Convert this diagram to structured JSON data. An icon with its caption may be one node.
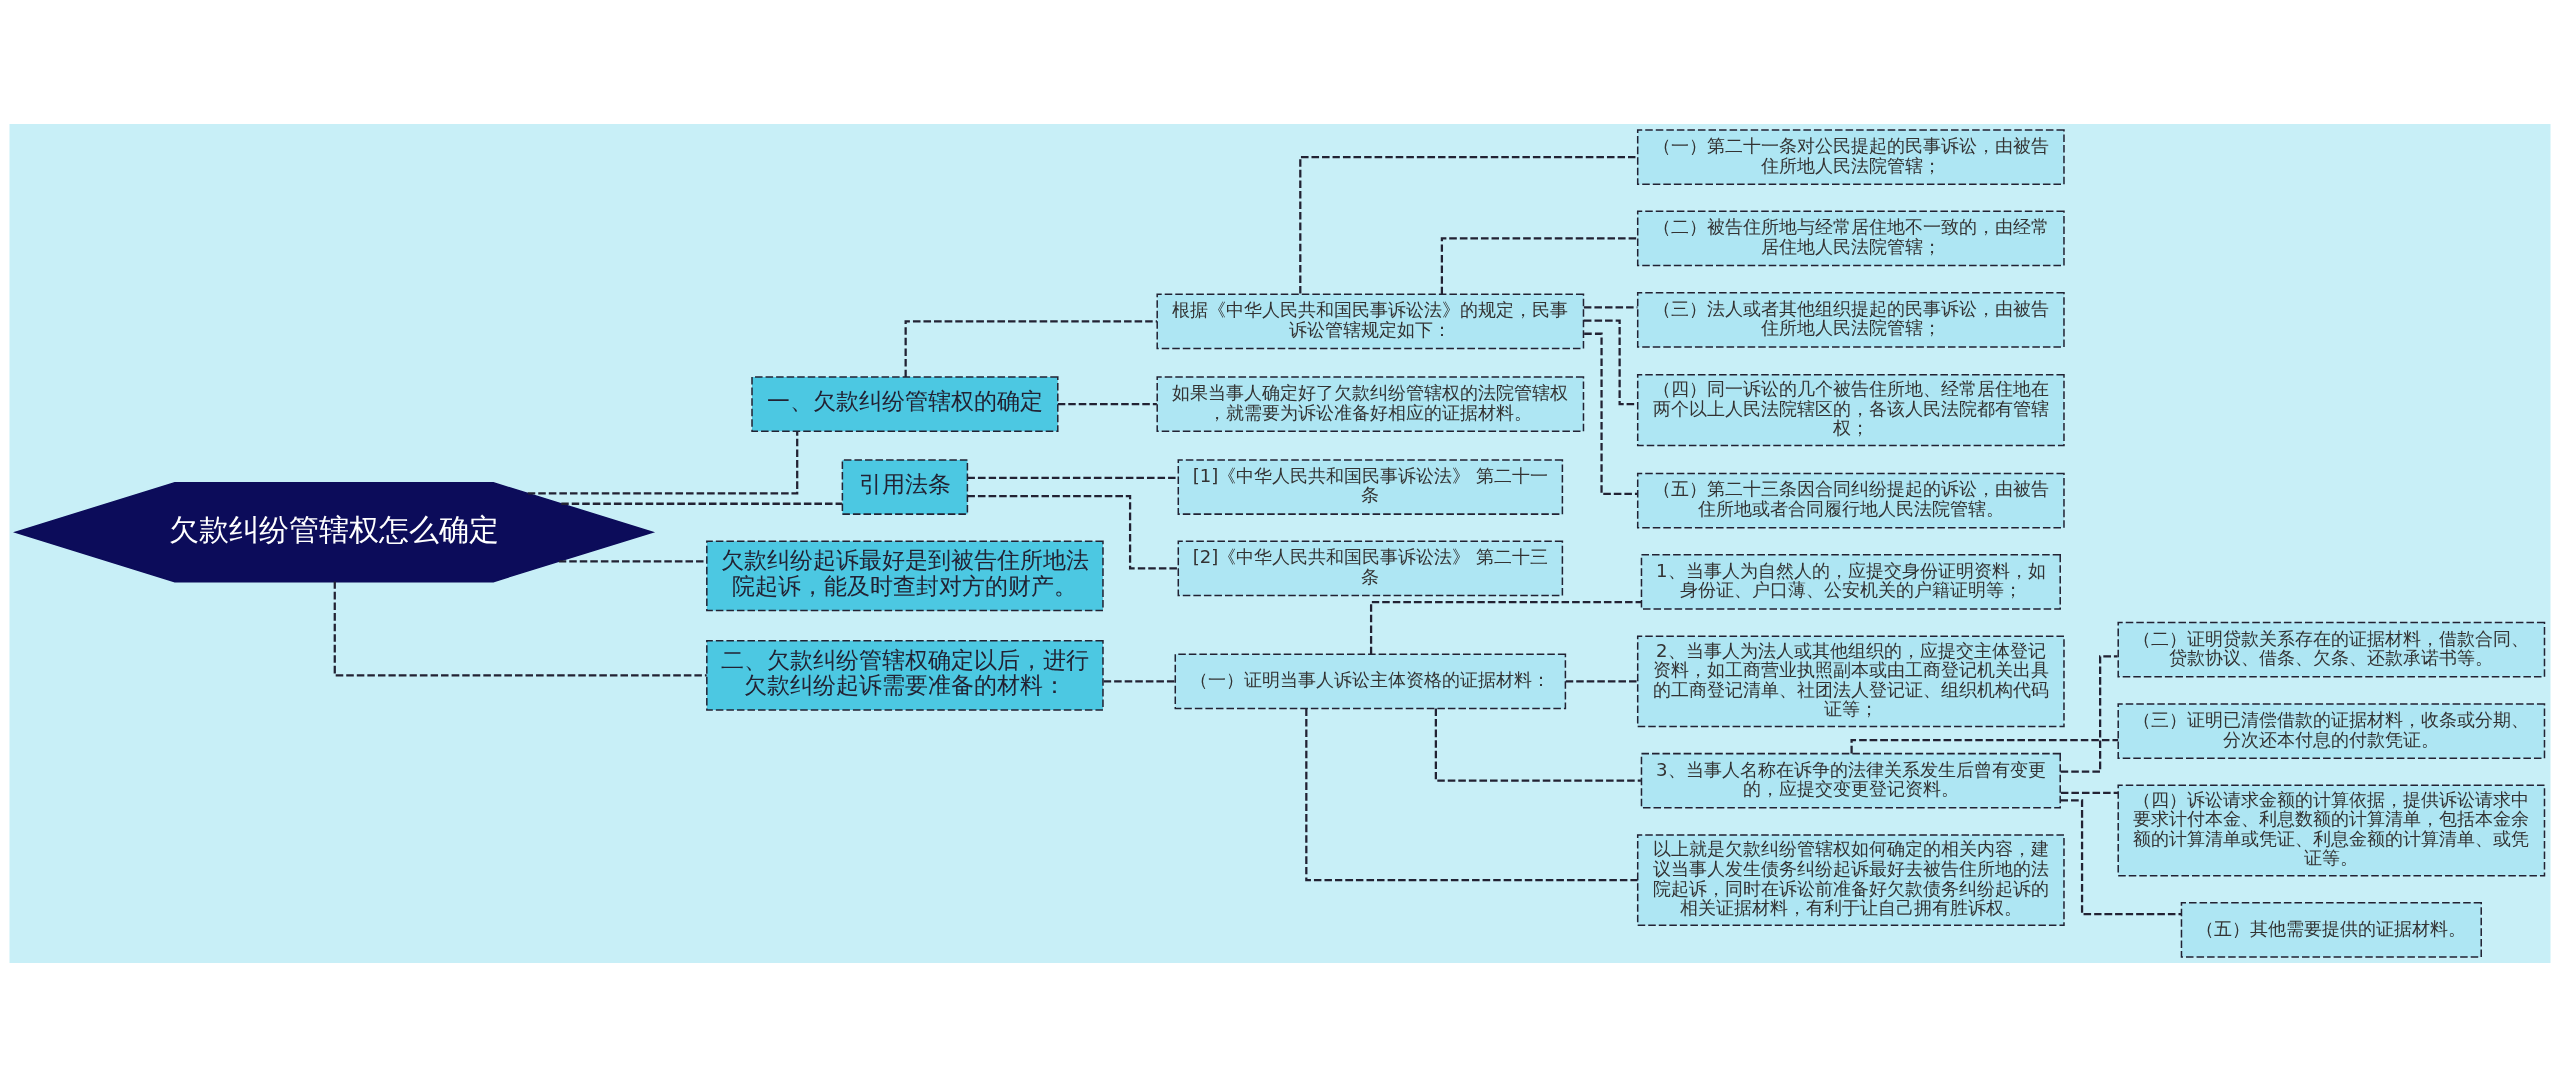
{
  "diagram": {
    "nodes": [
      {
        "text": [
          "欠款纠纷管辖权怎么确定"
        ]
      },
      {
        "text": [
          "一、欠款纠纷管辖权的确定"
        ]
      },
      {
        "text": [
          "根据《中华人民共和国民事诉讼法》的规定，民事诉讼管辖规定如下："
        ]
      },
      {
        "text": [
          "（一）第二十一条对公民提起的民事诉讼，由被告住所地人民法院管辖；"
        ]
      },
      {
        "text": [
          "（二）被告住所地与经常居住地不一致的，由经常居住地人民法院管辖；"
        ]
      },
      {
        "text": [
          "（三）法人或者其他组织提起的民事诉讼，由被告住所地人民法院管辖；"
        ]
      },
      {
        "text": [
          "（四）同一诉讼的几个被告住所地、经常居住地在两个以上人民法院辖区的，各该人民法院都有管辖权；"
        ]
      },
      {
        "text": [
          "（五）第二十三条因合同纠纷提起的诉讼，由被告住所地或者合同履行地人民法院管辖。"
        ]
      },
      {
        "text": [
          "如果当事人确定好了欠款纠纷管辖权的法院管辖权，就需要为诉讼准备好相应的证据材料。"
        ]
      },
      {
        "text": [
          "引用法条"
        ]
      },
      {
        "text": [
          "[1]《中华人民共和国民事诉讼法》 第二十一条"
        ]
      },
      {
        "text": [
          "[2]《中华人民共和国民事诉讼法》 第二十三条"
        ]
      },
      {
        "text": [
          "欠款纠纷起诉最好是到被告住所地法院起诉，能及时查封对方的财产。"
        ]
      },
      {
        "text": [
          "二、欠款纠纷管辖权确定以后，进行欠款纠纷起诉需要准备的材料："
        ]
      },
      {
        "text": [
          "（一）证明当事人诉讼主体资格的证据材料："
        ]
      },
      {
        "text": [
          "1、当事人为自然人的，应提交身份证明资料，如身份证、户口薄、公安机关的户籍证明等；"
        ]
      },
      {
        "text": [
          "2、当事人为法人或其他组织的，应提交主体登记资料，如工商营业执照副本或由工商登记机关出具的工商登记清单、社团法人登记证、组织机构代码证等；"
        ]
      },
      {
        "text": [
          "3、当事人名称在诉争的法律关系发生后曾有变更的，应提交变更登记资料。"
        ]
      },
      {
        "text": [
          "（二）证明贷款关系存在的证据材料，借款合同、贷款协议、借条、欠条、还款承诺书等。"
        ]
      },
      {
        "text": [
          "（三）证明已清偿借款的证据材料，收条或分期、分次还本付息的付款凭证。"
        ]
      },
      {
        "text": [
          "（四）诉讼请求金额的计算依据，提供诉讼请求中要求计付本金、利息数额的计算清单，包括本金余额的计算清单或凭证、利息金额的计算清单、或凭证等。"
        ]
      },
      {
        "text": [
          "（五）其他需要提供的证据材料。"
        ]
      },
      {
        "text": [
          "以上就是欠款纠纷管辖权如何确定的相关内容，建议当事人发生债务纠纷起诉最好去被告住所地的法院起诉，同时在诉讼前准备好欠款债务纠纷起诉的相关证据材料，有利于让自己拥有胜诉权。"
        ]
      }
    ],
    "edges": [
      {
        "from": 0,
        "to": 1,
        "arrow": "none"
      },
      {
        "from": 1,
        "to": 2,
        "arrow": "none"
      },
      {
        "from": 2,
        "to": 3,
        "arrow": "none"
      },
      {
        "from": 2,
        "to": 4,
        "arrow": "none"
      },
      {
        "from": 2,
        "to": 5,
        "arrow": "none"
      },
      {
        "from": 2,
        "to": 6,
        "arrow": "none"
      },
      {
        "from": 2,
        "to": 7,
        "arrow": "none"
      },
      {
        "from": 1,
        "to": 8,
        "arrow": "none"
      },
      {
        "from": 0,
        "to": 9,
        "arrow": "none"
      },
      {
        "from": 9,
        "to": 10,
        "arrow": "none"
      },
      {
        "from": 9,
        "to": 11,
        "arrow": "none"
      },
      {
        "from": 0,
        "to": 12,
        "arrow": "none"
      },
      {
        "from": 0,
        "to": 13,
        "arrow": "none"
      },
      {
        "from": 13,
        "to": 14,
        "arrow": "none"
      },
      {
        "from": 14,
        "to": 15,
        "arrow": "none"
      },
      {
        "from": 14,
        "to": 16,
        "arrow": "none"
      },
      {
        "from": 14,
        "to": 17,
        "arrow": "none"
      },
      {
        "from": 17,
        "to": 18,
        "arrow": "none"
      },
      {
        "from": 17,
        "to": 19,
        "arrow": "none"
      },
      {
        "from": 17,
        "to": 20,
        "arrow": "none"
      },
      {
        "from": 17,
        "to": 21,
        "arrow": "none"
      },
      {
        "from": 14,
        "to": 22,
        "arrow": "none"
      }
    ]
  }
}
